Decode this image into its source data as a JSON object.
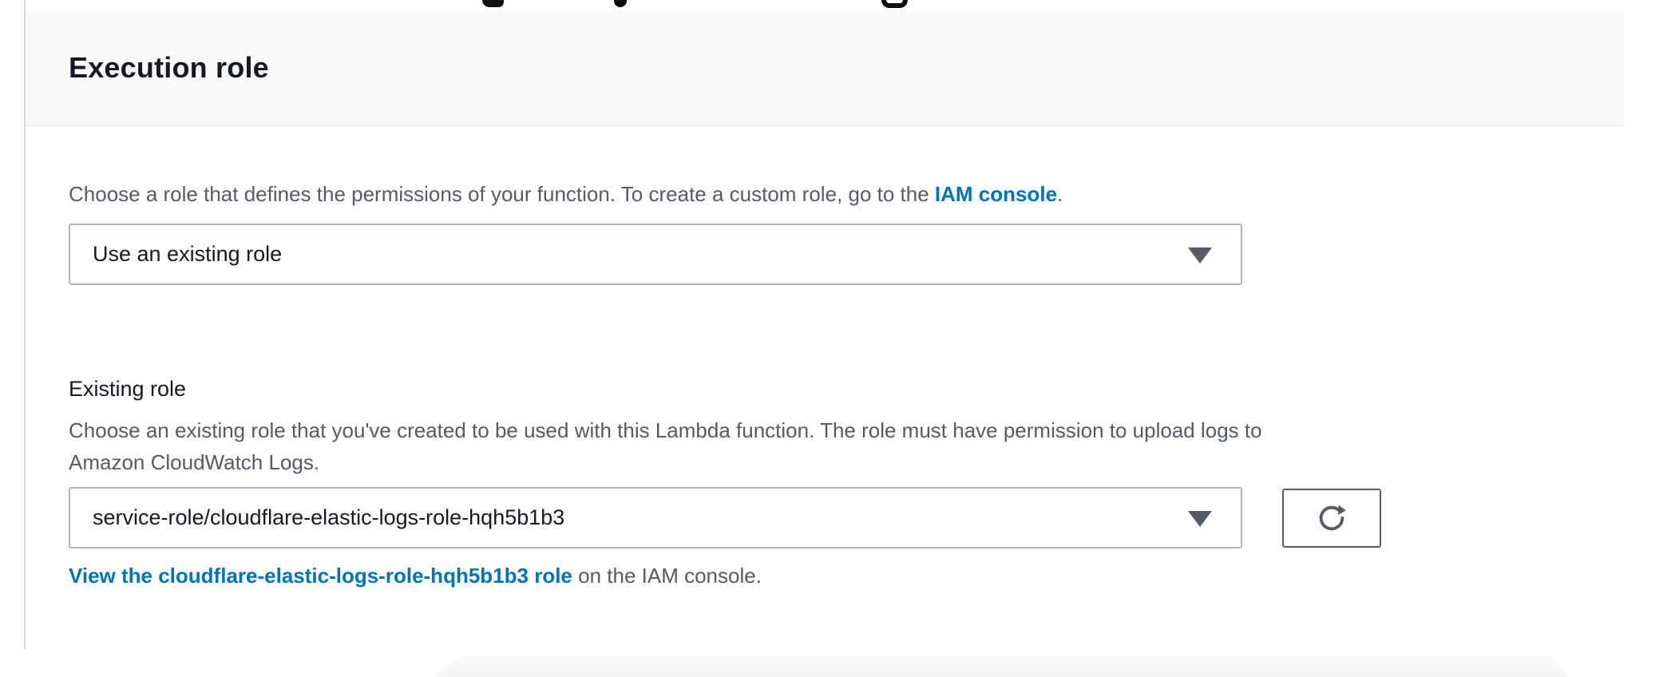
{
  "panel": {
    "title": "Execution role"
  },
  "role_source": {
    "description_prefix": "Choose a role that defines the permissions of your function. To create a custom role, go to the ",
    "link_label": "IAM console",
    "description_suffix": ".",
    "select_value": "Use an existing role"
  },
  "existing_role": {
    "label": "Existing role",
    "description_lines": [
      "Choose an existing role that you've created to be used with this Lambda function. The role must have permission to upload logs to",
      "Amazon CloudWatch Logs."
    ],
    "select_value": "service-role/cloudflare-elastic-logs-role-hqh5b1b3",
    "link_label": "View the cloudflare-elastic-logs-role-hqh5b1b3 role",
    "link_suffix": " on the IAM console."
  },
  "icons": {
    "dropdown_caret": "caret-down-icon",
    "refresh": "refresh-icon"
  },
  "colors": {
    "link_blue": "#0073bb",
    "header_background": "#fafafa",
    "divider": "#eaeded",
    "text_dark": "#16191f",
    "text_gray": "#545b64",
    "control_border": "#aab7b8",
    "button_border": "#545b64"
  }
}
